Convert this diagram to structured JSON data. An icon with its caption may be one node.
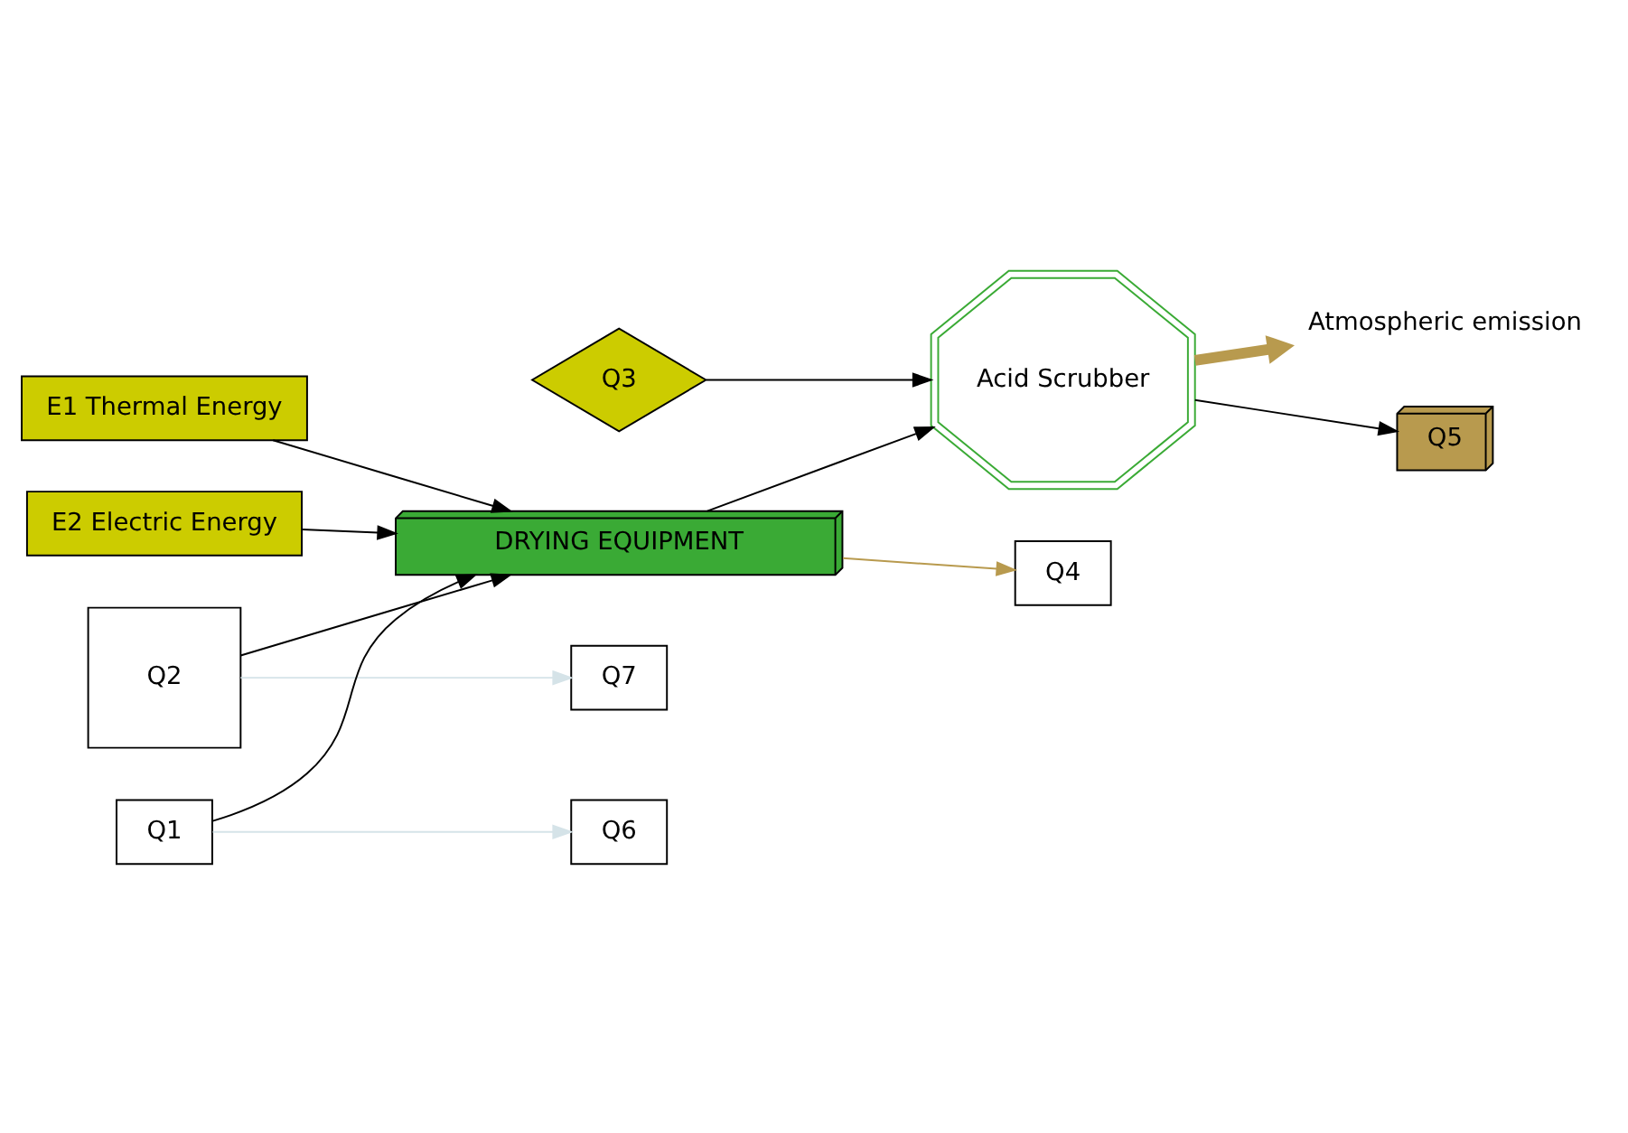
{
  "diagram": {
    "nodes": [
      {
        "text": [
          "E1 Thermal Energy"
        ]
      },
      {
        "text": [
          "Q2"
        ]
      },
      {
        "text": [
          "Q1"
        ]
      },
      {
        "text": [
          "DRYING EQUIPMENT"
        ]
      },
      {
        "text": [
          "Q3"
        ]
      },
      {
        "text": [
          "Acid Scrubber"
        ]
      },
      {
        "text": [
          "Atmospheric emission"
        ]
      },
      {
        "text": [
          "Q5"
        ]
      },
      {
        "text": [
          "Q4"
        ]
      },
      {
        "text": [
          "Q6"
        ]
      },
      {
        "text": [
          "Q7"
        ]
      },
      {
        "text": [
          "E2 Electric Energy"
        ]
      }
    ],
    "edges": [
      {
        "from": 0,
        "to": 3,
        "arrow": "to"
      },
      {
        "from": 1,
        "to": 3,
        "arrow": "to"
      },
      {
        "from": 2,
        "to": 3,
        "arrow": "to"
      },
      {
        "from": 11,
        "to": 3,
        "arrow": "to"
      },
      {
        "from": 3,
        "to": 5,
        "arrow": "to"
      },
      {
        "from": 4,
        "to": 5,
        "arrow": "to"
      },
      {
        "from": 5,
        "to": 6,
        "arrow": "to",
        "style": "thick",
        "color": "#b89a4e"
      },
      {
        "from": 5,
        "to": 7,
        "arrow": "to"
      },
      {
        "from": 3,
        "to": 8,
        "arrow": "to",
        "color": "#b89a4e"
      },
      {
        "from": 2,
        "to": 9,
        "arrow": "to",
        "color": "#d5e3e8"
      },
      {
        "from": 1,
        "to": 10,
        "arrow": "to",
        "color": "#d5e3e8"
      }
    ]
  }
}
